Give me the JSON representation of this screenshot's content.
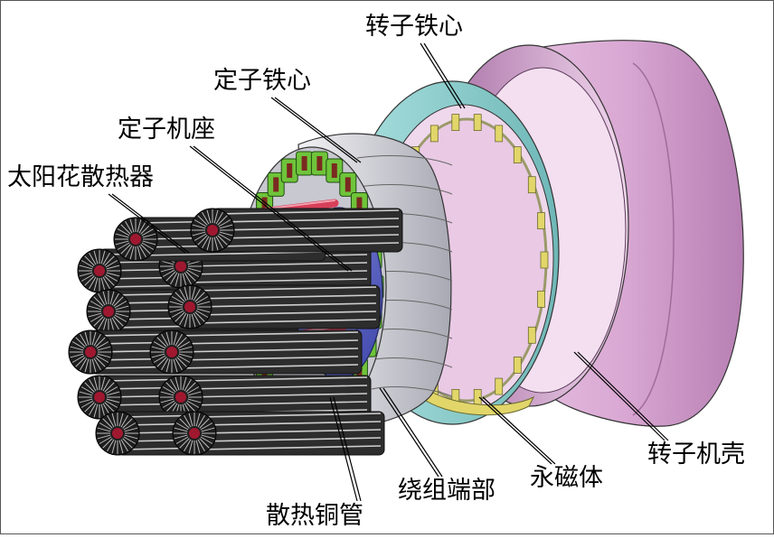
{
  "labels": {
    "rotor_core": "转子铁心",
    "stator_core": "定子铁心",
    "stator_frame": "定子机座",
    "sunflower_radiator": "太阳花散热器",
    "rotor_housing": "转子机壳",
    "permanent_magnet": "永磁体",
    "winding_end": "绕组端部",
    "cooling_copper_tube": "散热铜管"
  },
  "colors": {
    "rotor_housing": "#d9a8d3",
    "rotor_core": "#8fd0d0",
    "stator_core": "#d8d8dc",
    "winding": "#6fc43a",
    "copper_tube": "#d8405a",
    "stator_frame": "#5a63c8",
    "magnet": "#e2d66a",
    "radiator": "#2a2a2a"
  }
}
